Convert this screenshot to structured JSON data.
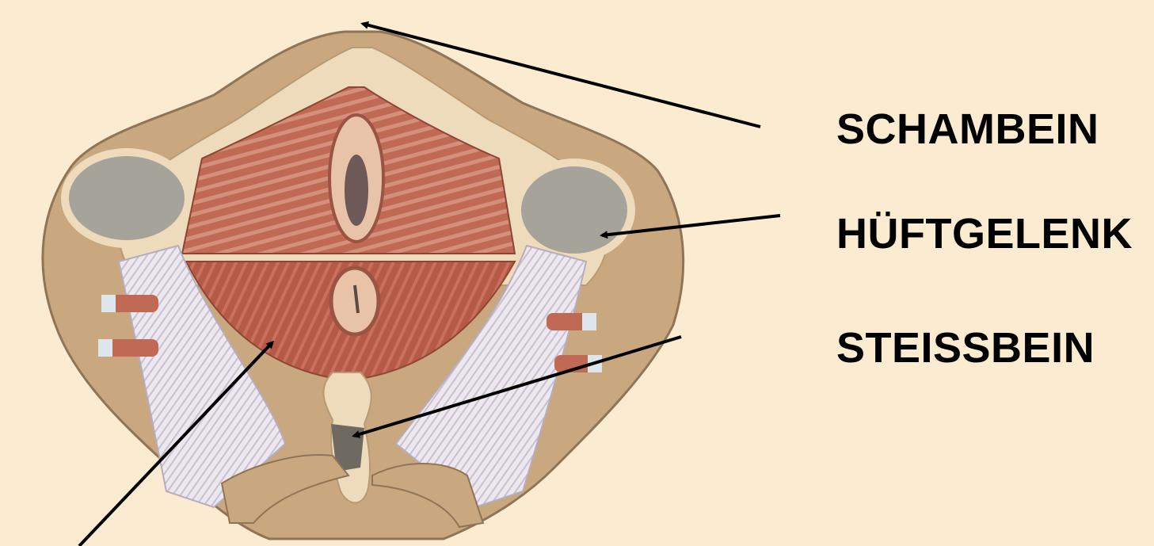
{
  "colors": {
    "background": "#FBEBD0",
    "label_text": "#000000",
    "arrow": "#000000",
    "bone": "#C9A87F",
    "bone_light": "#EEDBBB",
    "muscle": "#B8604E",
    "muscle_light": "#D98F78",
    "ligament": "#E8E2EC",
    "cartilage": "#A6A39A"
  },
  "labels": {
    "pubic_bone": "SCHAMBEIN",
    "hip_joint": "HÜFTGELENK",
    "coccyx": "STEISSBEIN"
  },
  "icons": {
    "illustration": "pelvic-floor-anatomy-illustration",
    "arrow": "arrow-pointer-icon"
  }
}
